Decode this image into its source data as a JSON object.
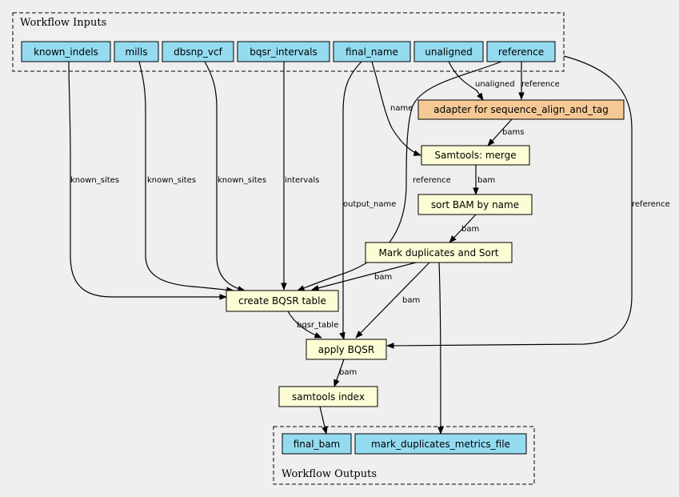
{
  "clusters": {
    "inputs_label": "Workflow Inputs",
    "outputs_label": "Workflow Outputs"
  },
  "nodes": {
    "known_indels": "known_indels",
    "mills": "mills",
    "dbsnp_vcf": "dbsnp_vcf",
    "bqsr_intervals": "bqsr_intervals",
    "final_name": "final_name",
    "unaligned": "unaligned",
    "reference": "reference",
    "adapter": "adapter for sequence_align_and_tag",
    "merge": "Samtools: merge",
    "sort_bam": "sort BAM by name",
    "mark_dup": "Mark duplicates and Sort",
    "create_bqsr": "create BQSR table",
    "apply_bqsr": "apply BQSR",
    "samtools_index": "samtools index",
    "final_bam": "final_bam",
    "mark_dup_metrics": "mark_duplicates_metrics_file"
  },
  "edges": {
    "known_sites_1": "known_sites",
    "known_sites_2": "known_sites",
    "known_sites_3": "known_sites",
    "intervals": "intervals",
    "output_name": "output_name",
    "name": "name",
    "unaligned": "unaligned",
    "reference_adapter": "reference",
    "reference_bqsr": "reference",
    "reference_apply": "reference",
    "bams": "bams",
    "bam_merge_sort": "bam",
    "bam_sort_mark": "bam",
    "bam_mark_create": "bam",
    "bam_mark_apply": "bam",
    "bqsr_table": "bqsr_table",
    "bam_apply_index": "bam"
  }
}
